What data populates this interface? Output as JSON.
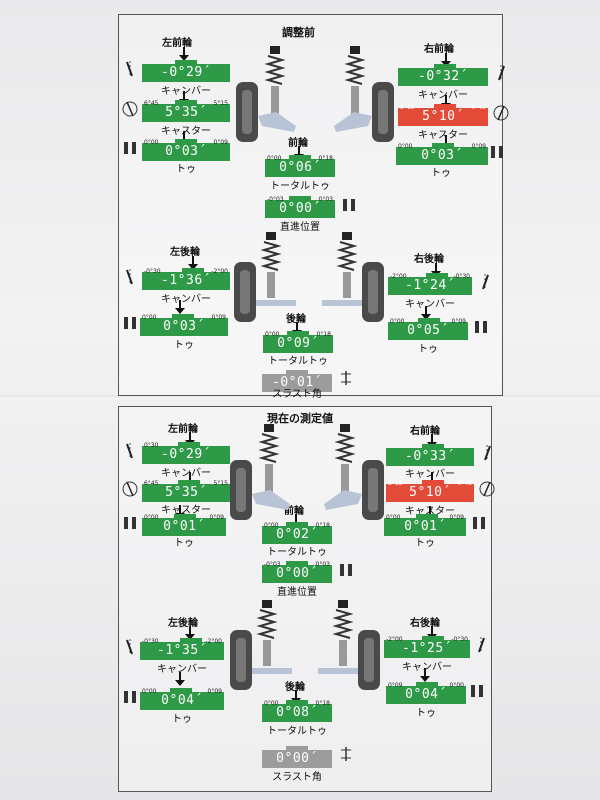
{
  "before": {
    "title": "調整前",
    "front_left": {
      "label": "左前輪",
      "camber": {
        "value": "-0°29´",
        "min": "",
        "max": "",
        "caption": "キャンバー"
      },
      "caster": {
        "value": "5°35´",
        "min": "6°45",
        "max": "5°15",
        "caption": "キャスター"
      },
      "toe": {
        "value": "0°03´",
        "min": "0°00",
        "max": "0°09",
        "caption": "トゥ"
      }
    },
    "front_right": {
      "label": "右前輪",
      "camber": {
        "value": "-0°32´",
        "min": "",
        "max": "",
        "caption": "キャンバー"
      },
      "caster": {
        "value": "5°10´",
        "min": "5°15",
        "max": "6°45",
        "caption": "キャスター"
      },
      "toe": {
        "value": "0°03´",
        "min": "0°00",
        "max": "0°09",
        "caption": "トゥ"
      }
    },
    "front_total": {
      "label": "前輪",
      "value": "0°06´",
      "min": "0°00",
      "max": "0°18",
      "caption": "トータルトゥ"
    },
    "straight": {
      "value": "0°00´",
      "min": "-0°03",
      "max": "0°03",
      "caption": "直進位置"
    },
    "rear_left": {
      "label": "左後輪",
      "camber": {
        "value": "-1°36´",
        "min": "-0°30",
        "max": "-2°00",
        "caption": "キャンバー"
      },
      "toe": {
        "value": "0°03´",
        "min": "0°00",
        "max": "0°09",
        "caption": "トゥ"
      }
    },
    "rear_right": {
      "label": "右後輪",
      "camber": {
        "value": "-1°24´",
        "min": "-2°00",
        "max": "-0°30",
        "caption": "キャンバー"
      },
      "toe": {
        "value": "0°05´",
        "min": "0°00",
        "max": "0°09",
        "caption": "トゥ"
      }
    },
    "rear_total": {
      "label": "後輪",
      "value": "0°09´",
      "min": "0°00",
      "max": "0°18",
      "caption": "トータルトゥ"
    },
    "thrust": {
      "value": "-0°01´",
      "caption": "スラスト角"
    }
  },
  "current": {
    "title": "現在の測定値",
    "front_left": {
      "label": "左前輪",
      "camber": {
        "value": "-0°29´",
        "min": "0°30",
        "max": "",
        "caption": "キャンバー"
      },
      "caster": {
        "value": "5°35´",
        "min": "6°45",
        "max": "5°15",
        "caption": "キャスター"
      },
      "toe": {
        "value": "0°01´",
        "min": "0°00",
        "max": "0°09",
        "caption": "トゥ"
      }
    },
    "front_right": {
      "label": "右前輪",
      "camber": {
        "value": "-0°33´",
        "min": "",
        "max": "",
        "caption": "キャンバー"
      },
      "caster": {
        "value": "5°10´",
        "min": "5°15",
        "max": "6°45",
        "caption": "キャスター"
      },
      "toe": {
        "value": "0°01´",
        "min": "0°00",
        "max": "0°09",
        "caption": "トゥ"
      }
    },
    "front_total": {
      "label": "前輪",
      "value": "0°02´",
      "min": "0°00",
      "max": "0°18",
      "caption": "トータルトゥ"
    },
    "straight": {
      "value": "0°00´",
      "min": "-0°03",
      "max": "0°03",
      "caption": "直進位置"
    },
    "rear_left": {
      "label": "左後輪",
      "camber": {
        "value": "-1°35´",
        "min": "-0°30",
        "max": "-2°00",
        "caption": "キャンバー"
      },
      "toe": {
        "value": "0°04´",
        "min": "0°00",
        "max": "0°09",
        "caption": "トゥ"
      }
    },
    "rear_right": {
      "label": "右後輪",
      "camber": {
        "value": "-1°25´",
        "min": "-2°00",
        "max": "-0°30",
        "caption": "キャンバー"
      },
      "toe": {
        "value": "0°04´",
        "min": "0°09",
        "max": "0°00",
        "caption": "トゥ"
      }
    },
    "rear_total": {
      "label": "後輪",
      "value": "0°08´",
      "min": "0°00",
      "max": "0°18",
      "caption": "トータルトゥ"
    },
    "thrust": {
      "value": "0°00´",
      "caption": "スラスト角"
    }
  },
  "colors": {
    "in_range": "#2e9a47",
    "out_of_range": "#e34a37",
    "neutral": "#9c9c9c"
  },
  "icons": [
    "camber-icon",
    "caster-icon",
    "toe-icon",
    "suspension-strut-icon",
    "wheel-tire-icon"
  ]
}
